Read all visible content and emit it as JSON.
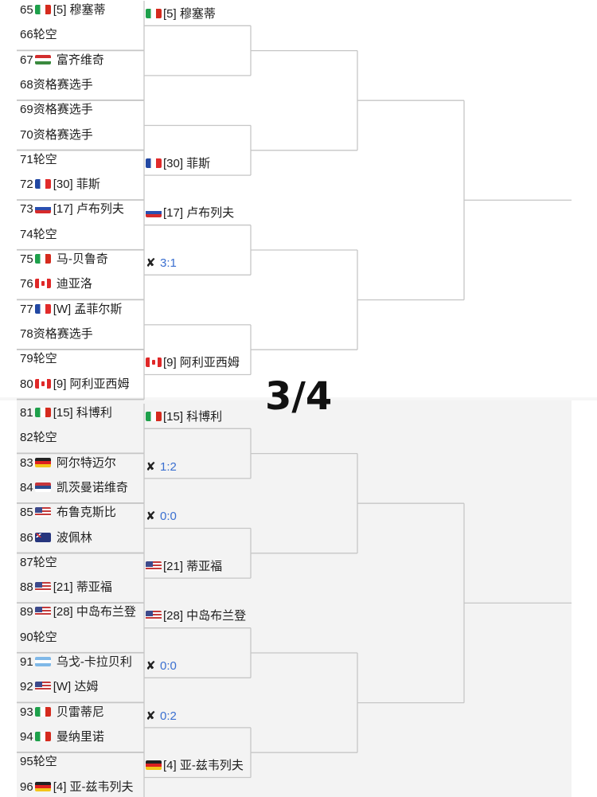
{
  "page_label": "3/4",
  "colors": {
    "line": "#c6c6c6",
    "score": "#3a6fd0",
    "bottom_panel": "#f3f3f3"
  },
  "entrants": [
    {
      "num": "65",
      "flag": "it",
      "name": "[5] 穆塞蒂"
    },
    {
      "num": "66",
      "flag": "",
      "name": "轮空"
    },
    {
      "num": "67",
      "flag": "hu",
      "name": " 富齐维奇"
    },
    {
      "num": "68",
      "flag": "",
      "name": "资格赛选手"
    },
    {
      "num": "69",
      "flag": "",
      "name": "资格赛选手"
    },
    {
      "num": "70",
      "flag": "",
      "name": "资格赛选手"
    },
    {
      "num": "71",
      "flag": "",
      "name": "轮空"
    },
    {
      "num": "72",
      "flag": "fr",
      "name": "[30] 菲斯"
    },
    {
      "num": "73",
      "flag": "ru",
      "name": "[17] 卢布列夫"
    },
    {
      "num": "74",
      "flag": "",
      "name": "轮空"
    },
    {
      "num": "75",
      "flag": "it",
      "name": " 马-贝鲁奇"
    },
    {
      "num": "76",
      "flag": "ca",
      "name": " 迪亚洛"
    },
    {
      "num": "77",
      "flag": "fr",
      "name": "[W] 孟菲尔斯"
    },
    {
      "num": "78",
      "flag": "",
      "name": "资格赛选手"
    },
    {
      "num": "79",
      "flag": "",
      "name": "轮空"
    },
    {
      "num": "80",
      "flag": "ca",
      "name": "[9] 阿利亚西姆"
    },
    {
      "num": "81",
      "flag": "it",
      "name": "[15] 科博利"
    },
    {
      "num": "82",
      "flag": "",
      "name": "轮空"
    },
    {
      "num": "83",
      "flag": "de",
      "name": " 阿尔特迈尔"
    },
    {
      "num": "84",
      "flag": "rs",
      "name": " 凯茨曼诺维奇"
    },
    {
      "num": "85",
      "flag": "us",
      "name": " 布鲁克斯比"
    },
    {
      "num": "86",
      "flag": "au",
      "name": " 波佩林"
    },
    {
      "num": "87",
      "flag": "",
      "name": "轮空"
    },
    {
      "num": "88",
      "flag": "us",
      "name": "[21] 蒂亚福"
    },
    {
      "num": "89",
      "flag": "us",
      "name": "[28] 中岛布兰登"
    },
    {
      "num": "90",
      "flag": "",
      "name": "轮空"
    },
    {
      "num": "91",
      "flag": "ar",
      "name": " 乌戈-卡拉贝利"
    },
    {
      "num": "92",
      "flag": "us",
      "name": "[W] 达姆"
    },
    {
      "num": "93",
      "flag": "it",
      "name": " 贝雷蒂尼"
    },
    {
      "num": "94",
      "flag": "it",
      "name": " 曼纳里诺"
    },
    {
      "num": "95",
      "flag": "",
      "name": "轮空"
    },
    {
      "num": "96",
      "flag": "de",
      "name": "[4] 亚-兹韦列夫"
    }
  ],
  "round2": [
    {
      "type": "player",
      "flag": "it",
      "name": "[5] 穆塞蒂"
    },
    {
      "type": "empty"
    },
    {
      "type": "empty"
    },
    {
      "type": "player",
      "flag": "fr",
      "name": "[30] 菲斯"
    },
    {
      "type": "player",
      "flag": "ru",
      "name": "[17] 卢布列夫"
    },
    {
      "type": "score",
      "score": "3:1"
    },
    {
      "type": "empty"
    },
    {
      "type": "player",
      "flag": "ca",
      "name": "[9] 阿利亚西姆"
    },
    {
      "type": "player",
      "flag": "it",
      "name": "[15] 科博利"
    },
    {
      "type": "score",
      "score": "1:2"
    },
    {
      "type": "score",
      "score": "0:0"
    },
    {
      "type": "player",
      "flag": "us",
      "name": "[21] 蒂亚福"
    },
    {
      "type": "player",
      "flag": "us",
      "name": "[28] 中岛布兰登"
    },
    {
      "type": "score",
      "score": "0:0"
    },
    {
      "type": "score",
      "score": "0:2"
    },
    {
      "type": "player",
      "flag": "de",
      "name": "[4] 亚-兹韦列夫"
    }
  ]
}
